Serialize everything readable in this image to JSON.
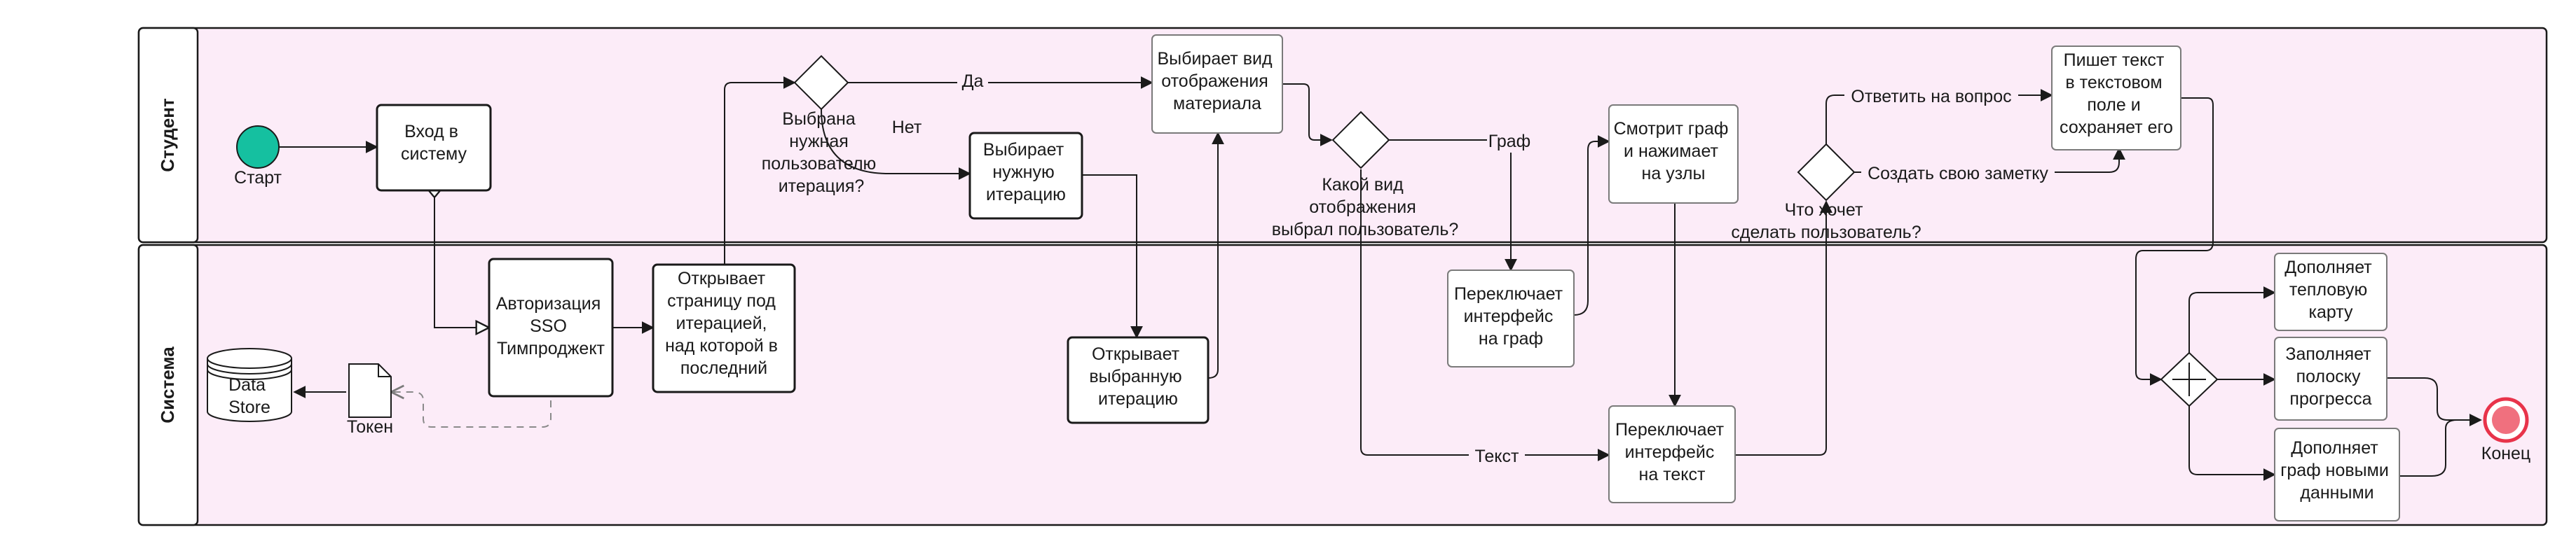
{
  "lanes": {
    "student": "Студент",
    "system": "Система"
  },
  "events": {
    "start": "Старт",
    "end": "Конец"
  },
  "tasks": {
    "login": [
      "Вход в",
      "систему"
    ],
    "choose_view": [
      "Выбирает вид",
      "отображения",
      "материала"
    ],
    "choose_iteration": [
      "Выбирает",
      "нужную",
      "итерацию"
    ],
    "view_graph_click": [
      "Смотрит граф",
      "и нажимает",
      "на узлы"
    ],
    "write_text": [
      "Пишет текст",
      "в текстовом",
      "поле и",
      "сохраняет его"
    ],
    "auth_sso": [
      "Авторизация",
      "SSO",
      "Тимпроджект"
    ],
    "open_page": [
      "Открывает",
      "страницу под",
      "итерацией,",
      "над которой в",
      "последний"
    ],
    "open_selected": [
      "Открывает",
      "выбранную",
      "итерацию"
    ],
    "switch_graph": [
      "Переключает",
      "интерфейс",
      "на граф"
    ],
    "switch_text": [
      "Переключает",
      "интерфейс",
      "на текст"
    ],
    "fill_heatmap": [
      "Дополняет",
      "тепловую",
      "карту"
    ],
    "fill_progress": [
      "Заполняет",
      "полоску",
      "прогресса"
    ],
    "fill_graph": [
      "Дополняет",
      "граф новыми",
      "данными"
    ]
  },
  "gateways": {
    "iteration_chosen": [
      "Выбрана",
      "нужная",
      "пользователю",
      "итерация?"
    ],
    "view_type": [
      "Какой вид",
      "отображения",
      "выбрал пользователь?"
    ],
    "user_wants": [
      "Что хочет",
      "сделать пользователь?"
    ]
  },
  "artifacts": {
    "data_store": [
      "Data",
      "Store"
    ],
    "token": "Токен"
  },
  "edge_labels": {
    "yes": "Да",
    "no": "Нет",
    "graph": "Граф",
    "text": "Текст",
    "answer_question": "Ответить на вопрос",
    "create_note": "Создать свою заметку"
  },
  "colors": {
    "lane_fill": "#fcecf8",
    "start_fill": "#15c0a0",
    "end_stroke": "#e8334a",
    "end_fill": "#f0707e",
    "stroke": "#1a1a1a",
    "dashed": "#8a8a8a"
  }
}
